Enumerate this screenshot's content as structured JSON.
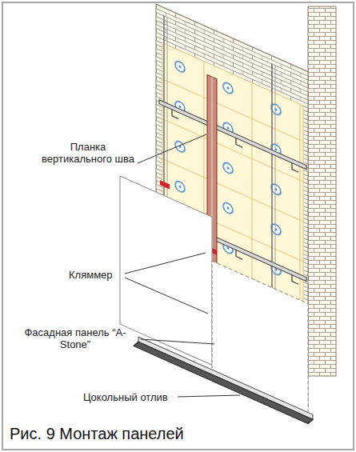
{
  "diagram": {
    "caption": "Рис. 9 Монтаж панелей",
    "labels": [
      "Планка вертикального шва",
      "Кляммер",
      "Фасадная панель “A-Stone”",
      "Цокольный отлив"
    ]
  }
}
